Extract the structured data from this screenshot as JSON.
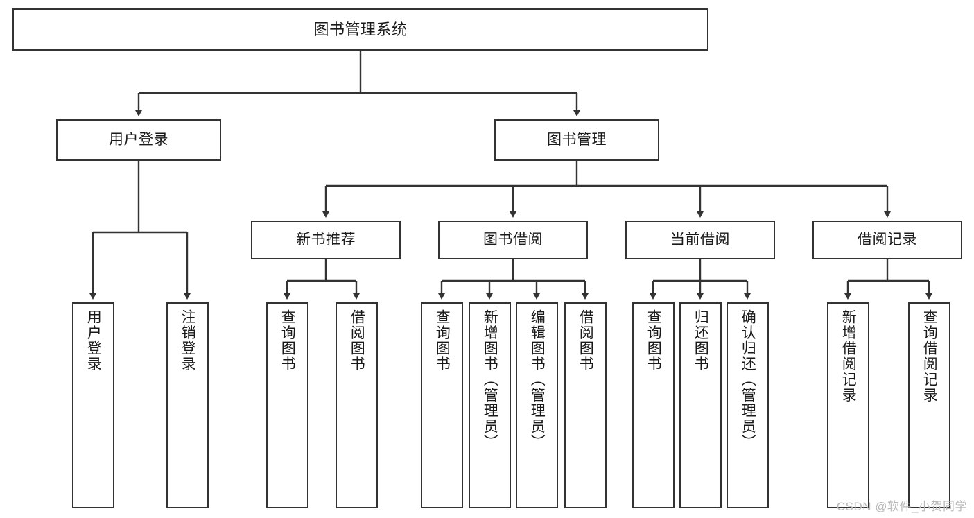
{
  "diagram": {
    "title": "图书管理系统",
    "watermark": "CSDN @软件_小贺同学",
    "line_color": "#333333",
    "box_fill": "#ffffff",
    "text_color": "#1a1a1a"
  },
  "nodes": {
    "root": {
      "label": "图书管理系统"
    },
    "level2": [
      {
        "label": "用户登录"
      },
      {
        "label": "图书管理"
      }
    ],
    "level3": [
      {
        "label": "新书推荐"
      },
      {
        "label": "图书借阅"
      },
      {
        "label": "当前借阅"
      },
      {
        "label": "借阅记录"
      }
    ],
    "leaves": {
      "user_login": [
        {
          "label": "用户登录"
        },
        {
          "label": "注销登录"
        }
      ],
      "new_book": [
        {
          "label": "查询图书"
        },
        {
          "label": "借阅图书"
        }
      ],
      "borrow_book": [
        {
          "label": "查询图书"
        },
        {
          "label": "新增图书（管理员）"
        },
        {
          "label": "编辑图书（管理员）"
        },
        {
          "label": "借阅图书"
        }
      ],
      "current_borrow": [
        {
          "label": "查询图书"
        },
        {
          "label": "归还图书"
        },
        {
          "label": "确认归还（管理员）"
        }
      ],
      "borrow_record": [
        {
          "label": "新增借阅记录"
        },
        {
          "label": "查询借阅记录"
        }
      ]
    }
  }
}
